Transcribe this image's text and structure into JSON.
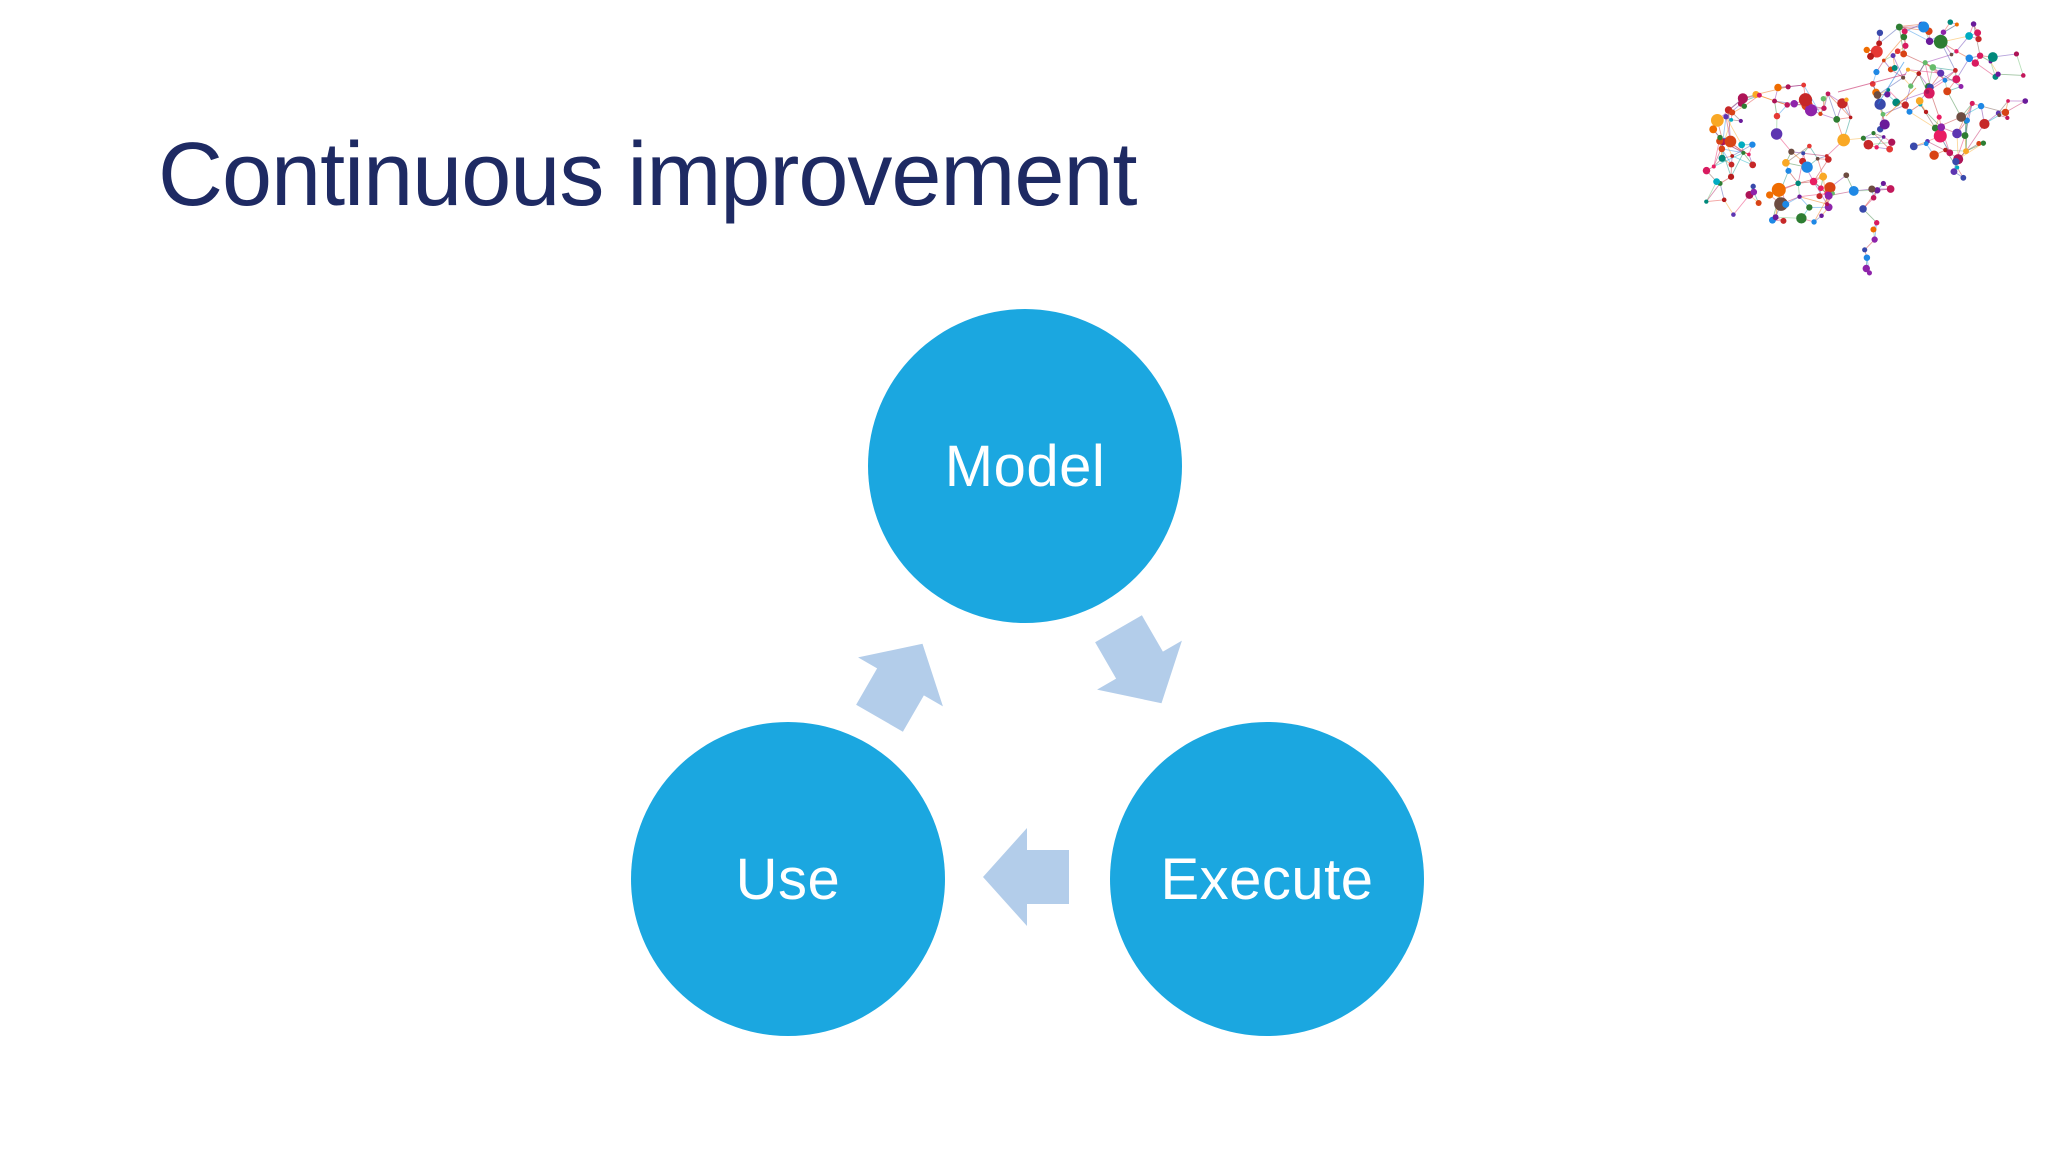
{
  "slide": {
    "title": "Continuous improvement",
    "background_color": "#ffffff"
  },
  "theme": {
    "title_color": "#1e2a63",
    "node_fill_color": "#1ba7e0",
    "node_text_color": "#ffffff",
    "arrow_fill_color": "#b3cdea"
  },
  "cycle_diagram": {
    "type": "cycle",
    "nodes": [
      {
        "id": "model",
        "label": "Model"
      },
      {
        "id": "execute",
        "label": "Execute"
      },
      {
        "id": "use",
        "label": "Use"
      }
    ],
    "flows": [
      {
        "from": "Model",
        "to": "Execute"
      },
      {
        "from": "Execute",
        "to": "Use"
      },
      {
        "from": "Use",
        "to": "Model"
      }
    ]
  },
  "decoration": {
    "top_right_graphic": "two-brains-neural-network",
    "graphic_palette": [
      "#c2185b",
      "#d81b60",
      "#ad1457",
      "#c62828",
      "#e53935",
      "#8e24aa",
      "#6a1b9a",
      "#d84315",
      "#ef6c00",
      "#f9a825",
      "#2e7d32",
      "#66bb6a",
      "#00897b",
      "#00acc1",
      "#1e88e5",
      "#3949ab",
      "#5e35b1",
      "#6d4c41",
      "#e91e63",
      "#b71c1c"
    ]
  }
}
